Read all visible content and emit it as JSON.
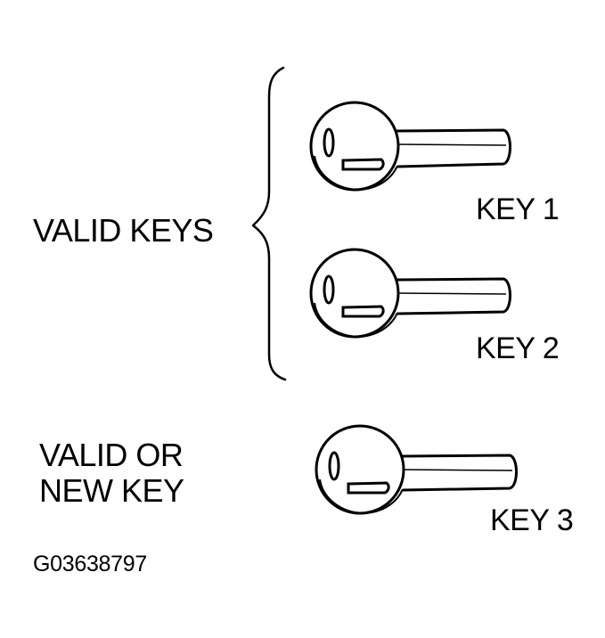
{
  "diagram": {
    "group_labels": {
      "valid_keys": "VALID KEYS",
      "valid_or_new_line1": "VALID OR",
      "valid_or_new_line2": "NEW KEY"
    },
    "keys": [
      {
        "label": "KEY 1",
        "group": "VALID KEYS",
        "icon": "key-icon"
      },
      {
        "label": "KEY 2",
        "group": "VALID KEYS",
        "icon": "key-icon"
      },
      {
        "label": "KEY 3",
        "group": "VALID OR NEW KEY",
        "icon": "key-icon"
      }
    ],
    "bracket": {
      "icon": "curly-brace-icon",
      "groups": [
        "KEY 1",
        "KEY 2"
      ]
    },
    "figure_code": "G03638797",
    "colors": {
      "ink": "#000000",
      "background": "#ffffff"
    }
  }
}
